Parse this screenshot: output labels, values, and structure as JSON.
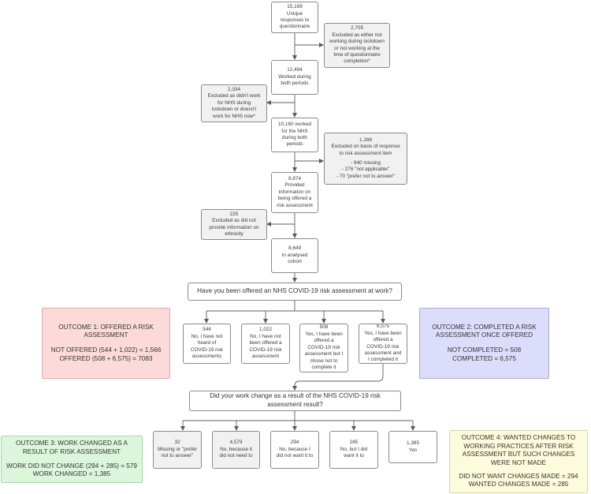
{
  "nodes": {
    "responses": {
      "count": "15,199",
      "lines": [
        "Unique",
        "responses to",
        "questionnaire"
      ]
    },
    "excl_not_working": {
      "count": "2,705",
      "lines": [
        "Excluded as either not",
        "working during lockdown",
        "or not working at the",
        "time of questionnaire",
        "completion*"
      ]
    },
    "worked_both": {
      "count": "12,494",
      "lines": [
        "Worked during",
        "both periods"
      ]
    },
    "excl_nhs": {
      "count": "2,334",
      "lines": [
        "Excluded as didn't work",
        "for NHS during",
        "lockdown or doesn't",
        "work for NHS now*"
      ]
    },
    "nhs_both": {
      "count": "10,160 worked",
      "lines": [
        "for the NHS",
        "during both",
        "periods"
      ]
    },
    "excl_risk_item": {
      "count": "1,286",
      "lines": [
        "Excluded on basis of response",
        "to risk assessment item"
      ],
      "items": [
        "- 940 missing",
        "- 276 \"not applicable\"",
        "- 70 \"prefer not to answer\""
      ]
    },
    "provided_info": {
      "count": "8,874",
      "lines": [
        "Provided",
        "information on",
        "being offered a",
        "risk assessment"
      ]
    },
    "excl_ethnicity": {
      "count": "225",
      "lines": [
        "Excluded as did not",
        "provide information on",
        "ethnicity"
      ]
    },
    "cohort": {
      "count": "8,649",
      "lines": [
        "In analysed",
        "cohort"
      ]
    },
    "q1": {
      "text": "Have you been offered an NHS COVID-19 risk assessment at work?"
    },
    "a1_not_heard": {
      "count": "544",
      "lines": [
        "No, I have not",
        "heard of",
        "COVID-19 risk",
        "assessments"
      ]
    },
    "a1_not_offered": {
      "count": "1,022",
      "lines": [
        "No, I have not",
        "been offered a",
        "COVID-19 risk",
        "assessment"
      ]
    },
    "a1_offered_not_completed": {
      "count": "508",
      "lines": [
        "Yes, I have been",
        "offered a",
        "COVID-19 risk",
        "assessment but I",
        "chose not to",
        "complete it"
      ]
    },
    "a1_completed": {
      "count": "6,575",
      "lines": [
        "Yes, I have been",
        "offered a",
        "COVID-19 risk",
        "assessment and",
        "I completed it"
      ]
    },
    "q2": {
      "lines": [
        "Did your work change as a result of the NHS COVID-19 risk",
        "assessment result?"
      ]
    },
    "a2_missing": {
      "count": "32",
      "lines": [
        "Missing or \"prefer",
        "not to answer\""
      ]
    },
    "a2_no_need": {
      "count": "4,579",
      "lines": [
        "No, because it",
        "did not need to"
      ]
    },
    "a2_not_want": {
      "count": "294",
      "lines": [
        "No, because I",
        "did not want it to"
      ]
    },
    "a2_did_want": {
      "count": "285",
      "lines": [
        "No, but I did",
        "want it to"
      ]
    },
    "a2_yes": {
      "count": "1,385",
      "lines": [
        "Yes"
      ]
    },
    "outcome1": {
      "title": [
        "OUTCOME 1: OFFERED A RISK",
        "ASSESSMENT"
      ],
      "stats": [
        "NOT OFFERED (544 + 1,022) = 1,566",
        "OFFERED (508 + 6,575) = 7083"
      ]
    },
    "outcome2": {
      "title": [
        "OUTCOME 2: COMPLETED A RISK",
        "ASSESSMENT ONCE OFFERED"
      ],
      "stats": [
        "NOT COMPLETED = 508",
        "COMPLETED = 6,575"
      ]
    },
    "outcome3": {
      "title": [
        "OUTCOME 3: WORK CHANGED AS A",
        "RESULT OF RISK ASSESSMENT"
      ],
      "stats": [
        "WORK DID NOT CHANGE (294 + 285) = 579",
        "WORK CHANGED = 1,385"
      ]
    },
    "outcome4": {
      "title": [
        "OUTCOME 4: WANTED CHANGES TO",
        "WORKING PRACTICES AFTER RISK",
        "ASSESSMENT BUT SUCH CHANGES",
        "WERE NOT MADE"
      ],
      "stats": [
        "DID NOT WANT CHANGES MADE = 294",
        "WANTED CHANGES MADE = 285"
      ]
    }
  },
  "colors": {
    "line": "#5c5c5c",
    "box_border": "#8a8a8a",
    "grey_box": "#f1f1f1",
    "outcome1": "#fcdada",
    "outcome2": "#dcdcfb",
    "outcome3": "#dcf6dc",
    "outcome4": "#fcfcdc"
  }
}
